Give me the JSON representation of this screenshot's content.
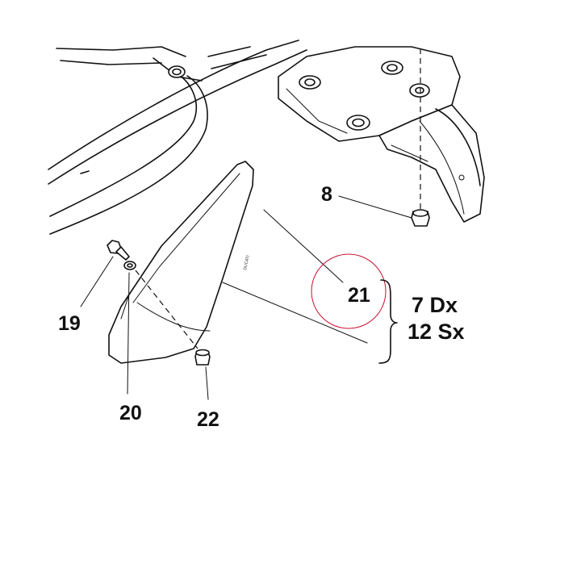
{
  "callouts": [
    {
      "id": "c19",
      "text": "19"
    },
    {
      "id": "c20",
      "text": "20"
    },
    {
      "id": "c21",
      "text": "21"
    },
    {
      "id": "c22",
      "text": "22"
    },
    {
      "id": "c8",
      "text": "8"
    }
  ],
  "bracket_labels": {
    "right": "7 Dx",
    "left": "12 Sx"
  },
  "part_stamp": "DUCATI",
  "colors": {
    "ink": "#111111",
    "highlight_circle": "#c8102e",
    "background": "#ffffff"
  }
}
